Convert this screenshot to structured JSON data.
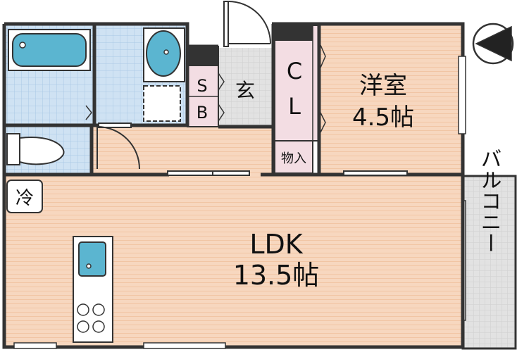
{
  "rooms": {
    "western": {
      "name": "洋室",
      "size": "4.5帖"
    },
    "ldk": {
      "name": "LDK",
      "size": "13.5帖"
    },
    "entrance": {
      "name": "玄"
    },
    "closet_top": "C",
    "closet_bottom": "L",
    "shoebox_top": "S",
    "shoebox_bottom": "B",
    "storage": "物入",
    "fridge": "冷",
    "balcony": "バルコニー"
  },
  "colors": {
    "floor": "#f7d7bf",
    "floor_stripe": "#f1c5a4",
    "tile": "#cfe2f3",
    "fixture": "#5bb5d0",
    "closet": "#f3dde3",
    "entrance": "#e0e0e0",
    "wall": "#333333"
  },
  "icons": [
    "compass-icon",
    "bathtub-icon",
    "sink-icon",
    "toilet-icon",
    "kitchen-sink-icon",
    "stove-icon",
    "door-icon"
  ]
}
